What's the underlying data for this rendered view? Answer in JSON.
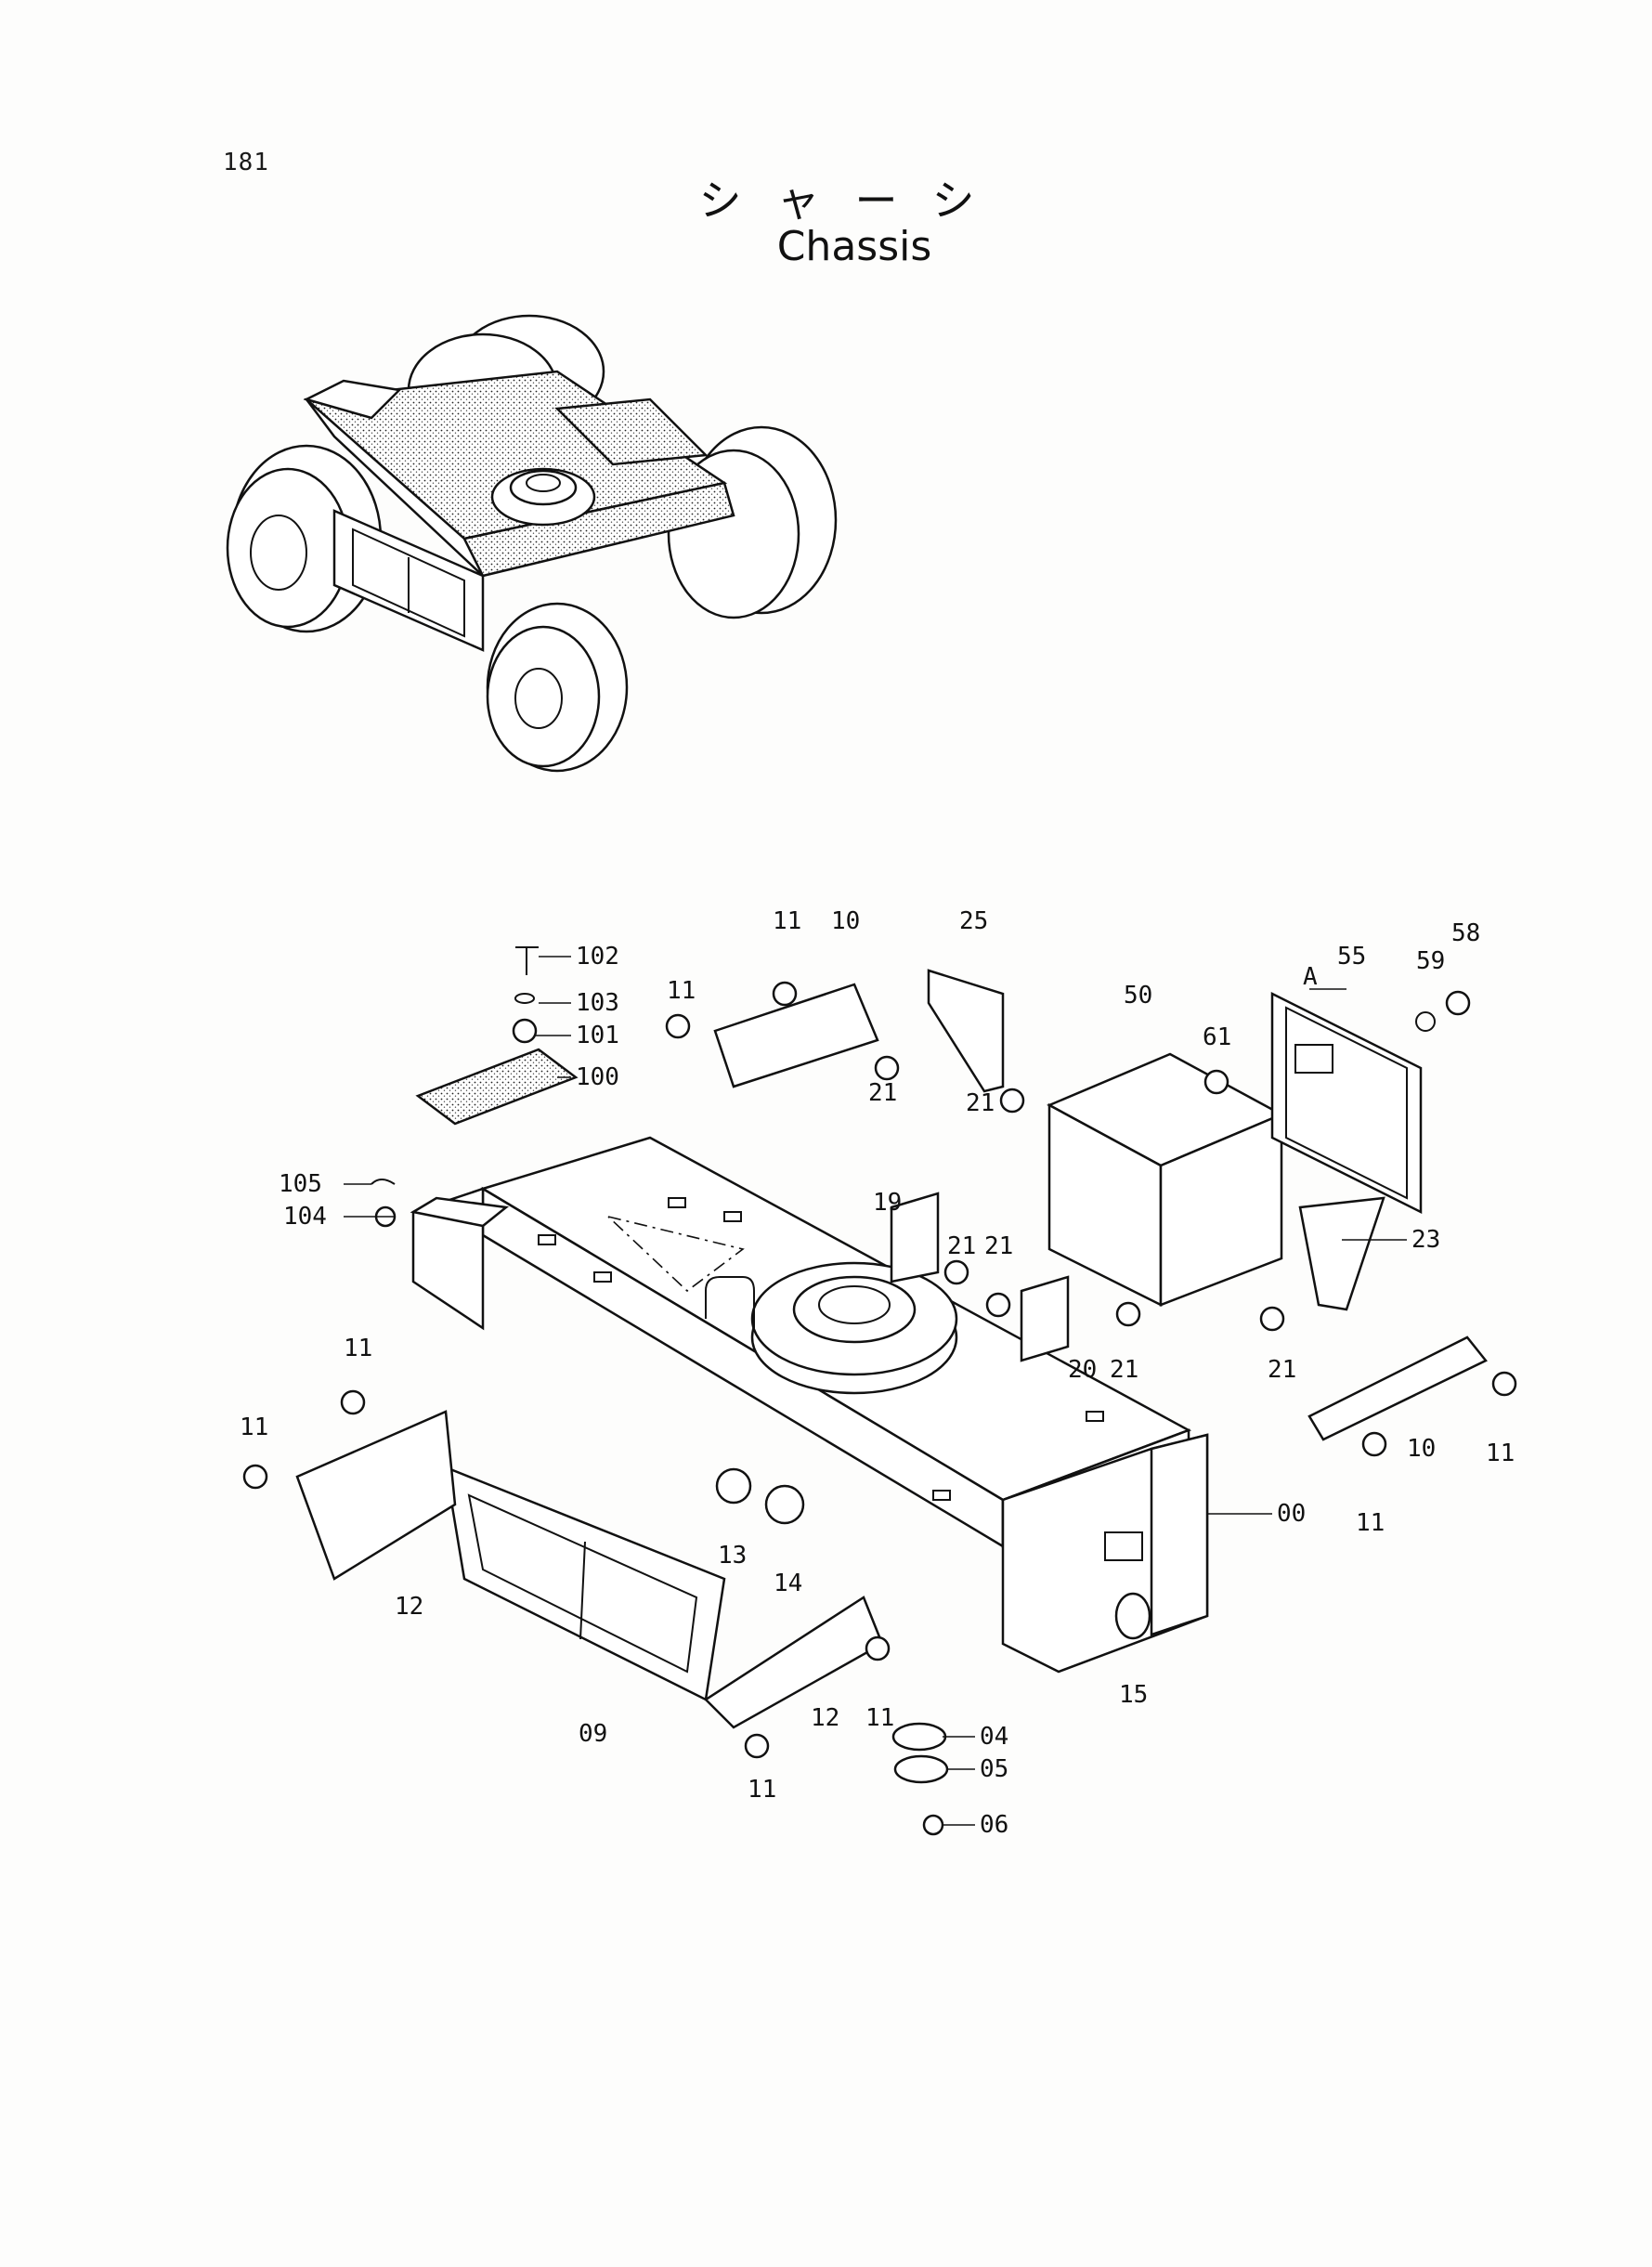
{
  "page_number": "181",
  "title_jp": "シャーシ",
  "title_en": "Chassis",
  "callouts": {
    "c00": "00",
    "c04": "04",
    "c05": "05",
    "c06": "06",
    "c09": "09",
    "c10a": "10",
    "c10b": "10",
    "c11a": "11",
    "c11b": "11",
    "c11c": "11",
    "c11d": "11",
    "c11e": "11",
    "c11f": "11",
    "c11g": "11",
    "c11h": "11",
    "c12a": "12",
    "c12b": "12",
    "c13": "13",
    "c14": "14",
    "c15": "15",
    "c19": "19",
    "c20": "20",
    "c21a": "21",
    "c21b": "21",
    "c21c": "21",
    "c21d": "21",
    "c21e": "21",
    "c21f": "21",
    "c23": "23",
    "c25": "25",
    "c50": "50",
    "c55": "55",
    "c58": "58",
    "c59": "59",
    "c61": "61",
    "cA": "A",
    "c100": "100",
    "c101": "101",
    "c102": "102",
    "c103": "103",
    "c104": "104",
    "c105": "105"
  }
}
